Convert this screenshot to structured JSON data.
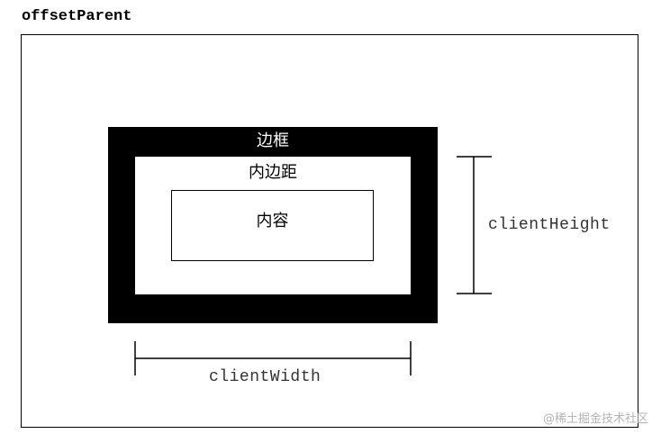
{
  "offset_parent": {
    "label": "offsetParent"
  },
  "box": {
    "border_label": "边框",
    "padding_label": "内边距",
    "content_label": "内容"
  },
  "measures": {
    "client_height": "clientHeight",
    "client_width": "clientWidth"
  },
  "watermark": "@稀土掘金技术社区"
}
